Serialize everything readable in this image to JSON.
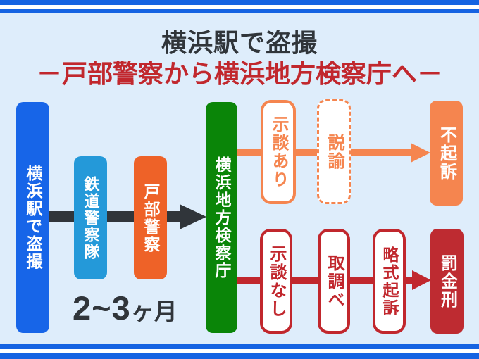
{
  "header": {
    "title": "横浜駅で盗撮",
    "subtitle": "－戸部警察から横浜地方検察庁へ－"
  },
  "flow": {
    "start": "横浜駅で盗撮",
    "railway_police": "鉄道警察隊",
    "tobe_police": "戸部警察",
    "prosecutors_office": "横浜地方検察庁",
    "duration_value": "2~3",
    "duration_unit": "ヶ月",
    "settlement_yes": "示談あり",
    "admonition": "説諭",
    "non_prosecution": "不起訴",
    "settlement_no": "示談なし",
    "interrogation": "取調べ",
    "summary_indictment": "略式起訴",
    "fine": "罰金刑"
  },
  "colors": {
    "bg": "#DEEDFB",
    "frame_blue": "#1563E2",
    "box_blue": "#1765E8",
    "box_cyan": "#2499D9",
    "box_orange": "#EE6228",
    "box_green": "#0A8508",
    "branch_orange": "#F5854F",
    "branch_red": "#C1272D",
    "fine_red": "#BE2B31",
    "ink": "#30353A",
    "white": "#FFFFFF"
  }
}
